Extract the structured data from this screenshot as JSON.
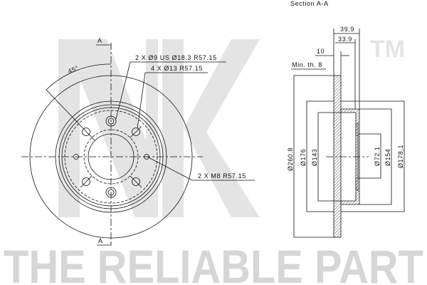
{
  "watermark": {
    "logo": "NK",
    "trademark": "TM",
    "slogan": "THE RELIABLE PART",
    "color": "#e4e4e4"
  },
  "front_view": {
    "section_mark": "A",
    "angle_label": "45°",
    "callouts": {
      "counterbore_holes": "2 X Ø9 US Ø18.3 R57.15",
      "bolt_holes": "4 X Ø13 R57.15",
      "threaded_holes": "2 X M8 R57.15"
    }
  },
  "section_view": {
    "title": "Section A-A",
    "dimensions": {
      "overall_height": "39.9",
      "hat_height": "33.9",
      "thickness": "10",
      "min_thickness": "Min. th. 8",
      "outer_diameter": "Ø260.8",
      "d176": "Ø176",
      "d143": "Ø143",
      "center_bore": "Ø72.1",
      "d154": "Ø154",
      "d178": "Ø178,1"
    }
  }
}
